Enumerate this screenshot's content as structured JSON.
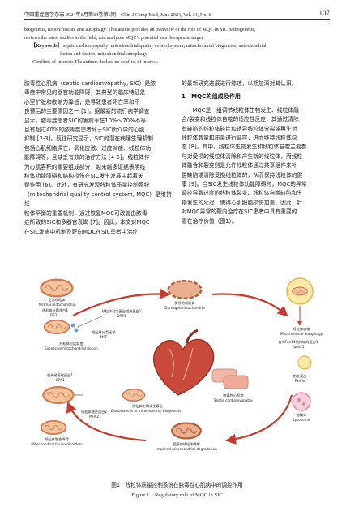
{
  "header": {
    "journal": "中国重症医学杂志 2024年6月第34卷第6期　Chin J Comp Med, June 2024, Vol. 34, No. 6",
    "page_number": "107"
  },
  "abstract_tail": {
    "line1": "biogenesis, fusion/fission, and autophagy. This article provides an overview of the role of MQC in SIC pathogenesis,",
    "line2": "reviews the latest studies in the field, and analyzes MQC’s potential as a therapeutic target.",
    "keywords_label": "【Keywords】",
    "keywords_line1": "septic cardiomyopathy; mitochondrial quality control system; mitochondrial biogenesis; mitochondrial",
    "keywords_line2": "fusion and fission; mitochondrial autophagy",
    "conflicts": "Conflicts of Interest: The authors declare no conflict of interest."
  },
  "left_column": [
    "脓毒性心肌病（septic cardiomyopathy, SIC）是脓",
    "毒症中常见的器官功能障碍，其典型的临床特征是",
    "心室扩张和收缩力降低，是导致患者死亡率和不",
    "良预后的主要原因之一 [1]。据最新的流行病学调查",
    "显示，脓毒症患者SIC的发病率在10%～70%不等，",
    "且有超过40%的脓毒症患者死于SIC所介导的心肌",
    "抑制 [2-3]。既往研究显示，SIC的潜在病理生理机制",
    "包括心肌细胞凋亡、氧化应激、过度炎症、线粒体功",
    "能障碍等，且缺乏有效的治疗方法 [4-5]。线粒体作",
    "为心肌容积的重要组成部分，越来越多证据表明线",
    "粒体功能障碍和结构损伤在SIC发生发展中起着关",
    "键作用 [6]。此外，有研究发现线粒体质量控制系统",
    "（mitochondrial quality control system, MQC）是维持线",
    "粒体平衡的重要机制，通过恢复MQC可改善由脓毒",
    "症所致的SIC和多器官衰竭 [7]。因此，本文对MQC",
    "在SIC发病中机制及靶向MQC在SIC患者中治疗"
  ],
  "right_column": {
    "intro_line": "的最新研究进展进行综述，以期加深对其认识。",
    "section_heading": "1　MQC的组成及作用",
    "lines": [
      "　　MQC是一组调节线粒体生物发生、线粒体融",
      "合/裂变和线粒体自噬的适应性反应，其通过清除",
      "有缺陷的线粒体碎片和诱导线粒体分裂或再生对",
      "线粒体数量和质量进行调控，进而维持线粒体稳",
      "态 [8]。其中，线粒体生物发生和线粒体自噬主要参",
      "与对受损的线粒体清除和产生新的线粒体，而线粒",
      "体融合和裂变则是允许线粒体通过共享组件来补",
      "偿缺陷或清除受损线粒体的，从而保持线粒体的健",
      "康 [9]。当SIC发生线粒体功能障碍时，MQC的异常",
      "调控导致过度的线粒体裂变、线粒体自噬缺陷和生",
      "物发生的延迟，使得心肌细胞损伤加重。因此，针",
      "对MQC异常的靶向治疗在SIC患者中具有重要的",
      "潜在治疗价值（图1）。"
    ]
  },
  "figure": {
    "normal_mito_zh": "正常线粒体",
    "normal_mito_en": "Normal mitochondria",
    "fission_protein_zh": "线粒体分裂蛋白1",
    "fis1": "FIS1",
    "drp1_zh": "线粒体动力蛋白相关蛋白1",
    "drp1": "DRP1",
    "mff_zh": "线粒体分裂因子",
    "mff": "MFF",
    "excessive_fission_zh": "线粒体过度裂变",
    "excessive_fission_en": "Excessive mitochondrial fission",
    "damaged_zh": "受损的线粒体",
    "damaged_en": "Damaged mitochondria",
    "autophagy_zh": "线粒体自噬",
    "autophagy_en": "Mitochondrial autophagy",
    "fundc1_zh": "含有Fun14结构域的蛋白1",
    "fundc1": "Fundc1",
    "parkin_zh": "帕金蛋白",
    "parkin": "Parkin",
    "lysosome_zh": "溶酶体",
    "lysosome_en": "Lysosome",
    "sic_zh": "脓毒性心肌病",
    "sic_en": "Septic cardiomyopathy",
    "biogenesis_zh": "线粒体生物发生紊乱",
    "biogenesis_en": "Disturbances in mitochondrial biogenesis",
    "opa1_zh": "视神经萎缩蛋白1",
    "opa1": "OPA1",
    "mfn2_zh": "线粒体融合蛋白2",
    "mfn2": "MFN2",
    "fusion_disorders_zh": "线粒体融合障碍",
    "fusion_disorders_en": "Mitochondrial fusion disorders",
    "impaired_zh": "受损的线粒体降解",
    "impaired_en": "Impaired mitochondrial degradation"
  },
  "caption": {
    "zh": "图1　线粒体质量控制系统在脓毒性心肌病中的调控作用",
    "en": "Figure 1　Regulatory role of MQC in SIC"
  },
  "colors": {
    "mito_outer": "#d07a57",
    "mito_inner": "#f3c49a",
    "red_arrow": "#c83a2e",
    "heart": "#c94a3a"
  }
}
